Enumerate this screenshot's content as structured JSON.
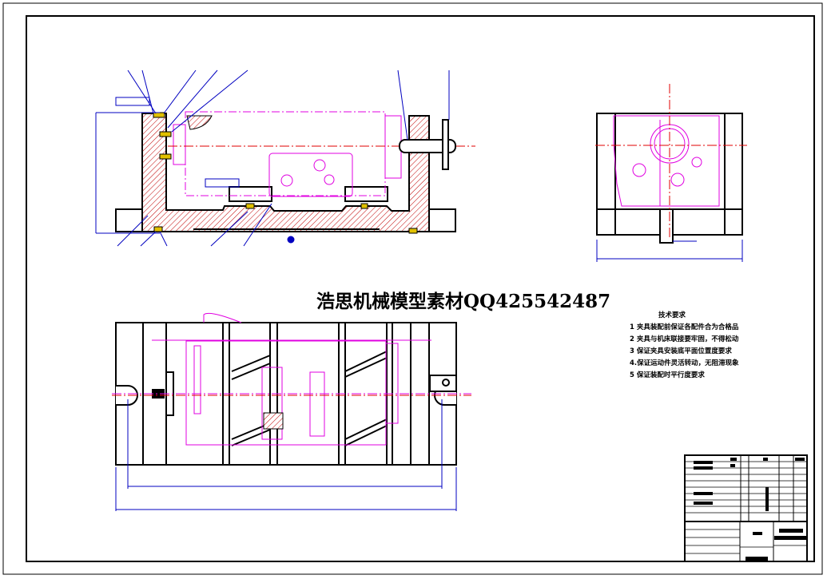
{
  "watermark": "浩思机械模型素材QQ425542487",
  "tech_requirements": {
    "title": "技术要求",
    "items": [
      "1 夹具装配前保证各配件合为合格品",
      "2 夹具与机床联接要牢固，不得松动",
      "3 保证夹具安装底平面位置度要求",
      "4.保证运动件灵活转动，无阻滞现象",
      "5 保证装配时平行度要求"
    ]
  },
  "colors": {
    "outline": "#000000",
    "hidden": "#e000e0",
    "hatch": "#c00000",
    "dimension": "#0000c0",
    "center": "#e00000",
    "fastener": "#e0c000"
  }
}
